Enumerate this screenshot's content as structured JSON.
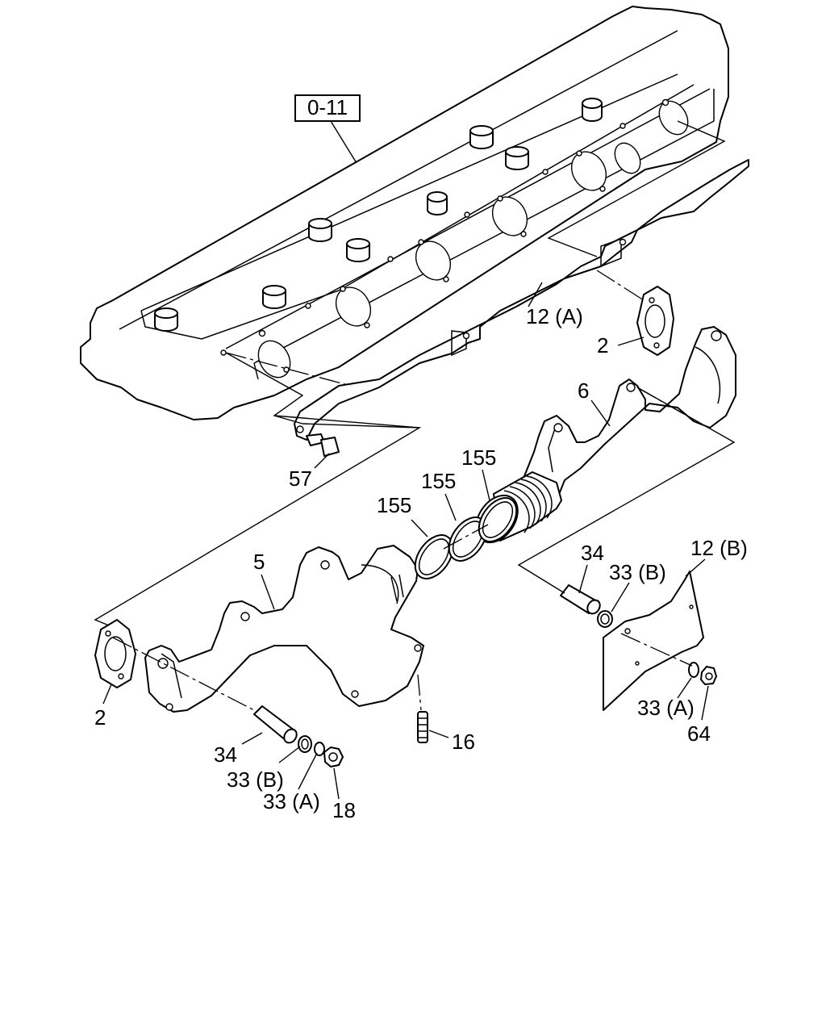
{
  "colors": {
    "ink": "#000000",
    "paper": "#ffffff"
  },
  "ref": {
    "label": "0-11"
  },
  "callouts": {
    "c12a": "12 (A)",
    "c2top": "2",
    "c6": "6",
    "c57": "57",
    "c155a": "155",
    "c155b": "155",
    "c155c": "155",
    "c34r": "34",
    "c33br": "33 (B)",
    "c12b": "12 (B)",
    "c5": "5",
    "c2left": "2",
    "c34l": "34",
    "c16": "16",
    "c33bl": "33 (B)",
    "c33al": "33 (A)",
    "c18": "18",
    "c33ar": "33 (A)",
    "c64": "64"
  }
}
